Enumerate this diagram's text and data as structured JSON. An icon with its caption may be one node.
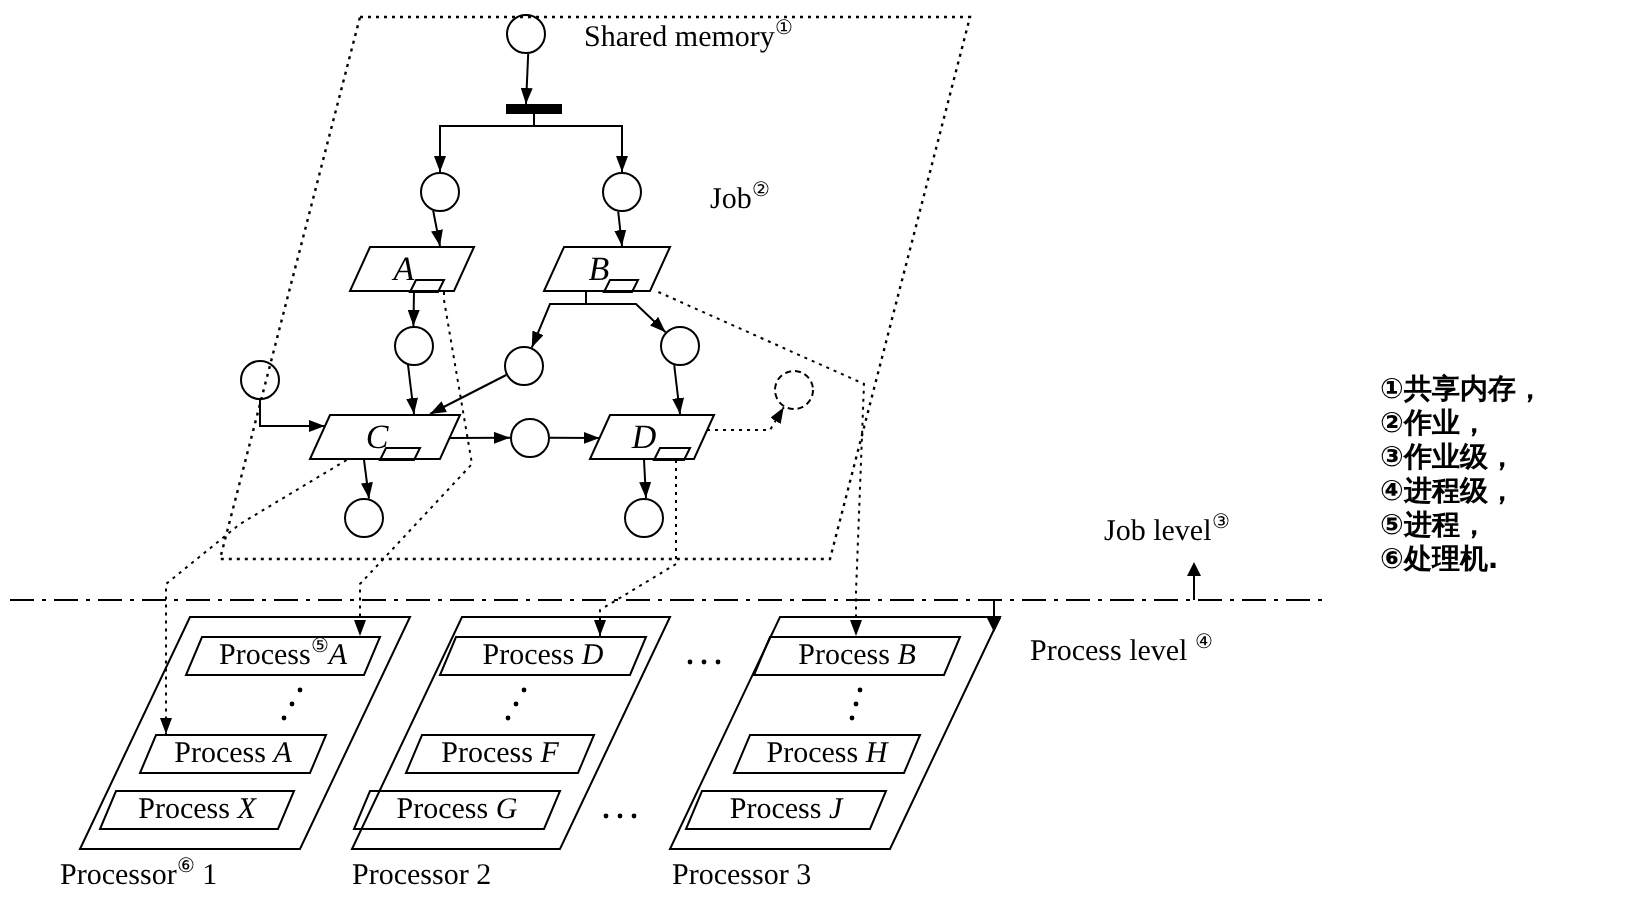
{
  "diagram": {
    "nodes": [
      {
        "text": [
          "Job$^{②}$"
        ]
      },
      {
        "text": [],
        "shape": "circle",
        "in": 0,
        "beside": [
          "Shared memory$^{①}$"
        ]
      },
      {
        "text": [],
        "shape": "bar",
        "in": 0
      },
      {
        "text": [],
        "shape": "circle",
        "in": 0
      },
      {
        "text": [],
        "shape": "circle",
        "in": 0
      },
      {
        "text": [
          "A"
        ],
        "in": 0
      },
      {
        "text": [
          "B"
        ],
        "in": 0
      },
      {
        "text": [],
        "shape": "circle",
        "in": 0
      },
      {
        "text": [],
        "shape": "circle",
        "in": 0
      },
      {
        "text": [],
        "shape": "circle",
        "in": 0
      },
      {
        "text": [],
        "shape": "circle",
        "in": 0
      },
      {
        "text": [
          "C"
        ],
        "in": 0
      },
      {
        "text": [],
        "shape": "circle",
        "in": 0
      },
      {
        "text": [
          "D"
        ],
        "in": 0
      },
      {
        "text": [],
        "shape": "circle",
        "in": 0
      },
      {
        "text": [],
        "shape": "circle",
        "in": 0
      },
      {
        "text": [],
        "shape": "circle",
        "in": 0
      },
      {
        "text": [],
        "shape": "box",
        "beside": [
          "Processor$^{⑥}$ 1"
        ]
      },
      {
        "text": [
          "Process$^{⑤}$*A*"
        ],
        "in": 17
      },
      {
        "text": [
          "Process *A*"
        ],
        "in": 17
      },
      {
        "text": [
          "Process *X*"
        ],
        "in": 17
      },
      {
        "text": [],
        "shape": "box",
        "beside": [
          "Processor 2"
        ]
      },
      {
        "text": [
          "Process *D*"
        ],
        "in": 21
      },
      {
        "text": [
          "Process *F*"
        ],
        "in": 21
      },
      {
        "text": [
          "Process *G*"
        ],
        "in": 21
      },
      {
        "text": [],
        "shape": "box",
        "beside": [
          "Processor 3"
        ]
      },
      {
        "text": [
          "Process *B*"
        ],
        "in": 25
      },
      {
        "text": [
          "Process *H*"
        ],
        "in": 25
      },
      {
        "text": [
          "Process *J*"
        ],
        "in": 25
      }
    ],
    "edges": [
      {
        "from": 1,
        "to": 2,
        "arrow": "to"
      },
      {
        "from": 2,
        "to": 3,
        "arrow": "to"
      },
      {
        "from": 2,
        "to": 4,
        "arrow": "to"
      },
      {
        "from": 3,
        "to": 5,
        "arrow": "to"
      },
      {
        "from": 4,
        "to": 6,
        "arrow": "to"
      },
      {
        "from": 5,
        "to": 7,
        "arrow": "to"
      },
      {
        "from": 6,
        "to": 8,
        "arrow": "to"
      },
      {
        "from": 6,
        "to": 9,
        "arrow": "to"
      },
      {
        "from": 7,
        "to": 11,
        "arrow": "to"
      },
      {
        "from": 8,
        "to": 11,
        "arrow": "to"
      },
      {
        "from": 9,
        "to": 13,
        "arrow": "to"
      },
      {
        "from": 10,
        "to": 11,
        "arrow": "to"
      },
      {
        "from": 11,
        "to": 12,
        "arrow": "to"
      },
      {
        "from": 12,
        "to": 13,
        "arrow": "to"
      },
      {
        "from": 11,
        "to": 15,
        "arrow": "to"
      },
      {
        "from": 13,
        "to": 16,
        "arrow": "to"
      },
      {
        "from": 13,
        "to": 14,
        "arrow": "to",
        "style": "dashed"
      },
      {
        "from": 5,
        "to": 18,
        "arrow": "to",
        "style": "dashed"
      },
      {
        "from": 11,
        "to": 19,
        "arrow": "to",
        "style": "dashed"
      },
      {
        "from": 13,
        "to": 22,
        "arrow": "to",
        "style": "dashed"
      },
      {
        "from": 6,
        "to": 26,
        "arrow": "to",
        "style": "dashed"
      }
    ],
    "labels": [
      "Job level$^{③}$",
      "Process level $^{④}$",
      "①共享内存，",
      "②作业，",
      "③作业级，",
      "④进程级，",
      "⑤进程，",
      "⑥处理机."
    ]
  }
}
